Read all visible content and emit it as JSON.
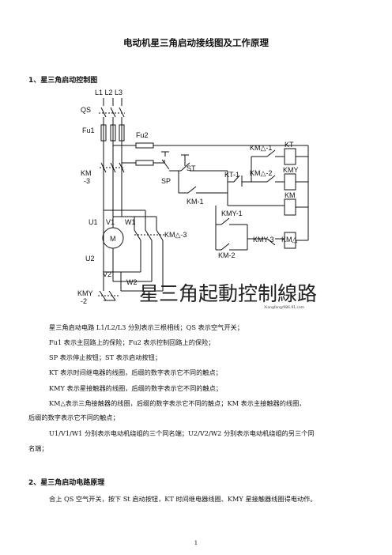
{
  "document": {
    "title": "电动机星三角启动接线图及工作原理",
    "section1_heading": "1、星三角启动控制图",
    "section2_heading": "2、星三角启动电路原理",
    "paragraphs": [
      "星三角启动电路  L1/L2/L3 分别表示三根相线；QS 表示空气开关；",
      "Fu1 表示主回路上的保险；Fu2 表示控制回路上的保险；",
      "SP 表示停止按钮；ST 表示启动按钮；",
      "KT 表示时间继电器的线圈，后缀的数字表示它不同的触点；",
      "KMY 表示星接触器的线圈，后缀的数字表示它不同的触点；",
      "KM△表示三角接触器的线圈，后缀的数字表示它不同的触点；KM 表示主接触器的线圈，",
      "后缀的数字表示它不同的触点；",
      "U1/V1/W1 分别表示电动机绕组的三个同名端；U2/V2/W2 分别表示电动机绕组的另三个同",
      "名端；",
      "合上 QS 空气开关，按下 St 启动按钮，KT 时间继电器线圈、KMY 星接触器线圈得电动作。"
    ],
    "page_number": "1"
  },
  "diagram": {
    "labels": {
      "l123": "L1 L2 L3",
      "qs": "QS",
      "fu1": "Fu1",
      "fu2": "Fu2",
      "km3": "KM",
      "km3b": "-3",
      "sp": "SP",
      "st": "ST",
      "km1": "KM-1",
      "kt1": "KT-1",
      "kmd1": "KM△-1",
      "kt": "KT",
      "kmd2": "KM△-2",
      "kmy": "KMY",
      "kmy1": "KMY-1",
      "km": "KM",
      "km2": "KM-2",
      "kmy3": "KMY-3",
      "kmd": "KM△",
      "u1": "U1",
      "v1": "V1",
      "w1": "W1",
      "m": "M",
      "kmd3": "KM△-3",
      "u2": "U2",
      "v2": "V2",
      "w2": "W2",
      "kmy2": "KMY",
      "kmy2b": "-2",
      "watermark": "星三角起動控制線路",
      "watermark_small": "Xiangfang/986.91.com"
    }
  }
}
